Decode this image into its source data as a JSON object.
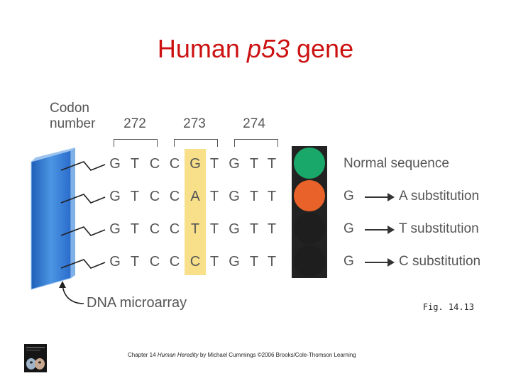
{
  "title": {
    "prefix": "Human ",
    "gene": "p53",
    "suffix": " gene"
  },
  "codon_label": {
    "line1": "Codon",
    "line2": "number"
  },
  "codons": [
    "272",
    "273",
    "274"
  ],
  "sequences": [
    {
      "bases": [
        "G",
        "T",
        "C",
        "C",
        "G",
        "T",
        "G",
        "T",
        "T"
      ],
      "light_color": "#1aa86a",
      "label": "Normal sequence",
      "has_arrow": false
    },
    {
      "bases": [
        "G",
        "T",
        "C",
        "C",
        "A",
        "T",
        "G",
        "T",
        "T"
      ],
      "light_color": "#e8622a",
      "from": "G",
      "to": "A substitution",
      "has_arrow": true
    },
    {
      "bases": [
        "G",
        "T",
        "C",
        "C",
        "T",
        "T",
        "G",
        "T",
        "T"
      ],
      "light_color": "#1e1e1e",
      "from": "G",
      "to": "T substitution",
      "has_arrow": true
    },
    {
      "bases": [
        "G",
        "T",
        "C",
        "C",
        "C",
        "T",
        "G",
        "T",
        "T"
      ],
      "light_color": "#1e1e1e",
      "from": "G",
      "to": "C substitution",
      "has_arrow": true
    }
  ],
  "microarray_label": "DNA microarray",
  "fig_label": "Fig. 14.13",
  "footer": {
    "prefix": "Chapter 14 ",
    "book": "Human Heredity",
    "suffix": " by Michael Cummings ©2006 Brooks/Cole-Thomson Learning"
  },
  "colors": {
    "title": "#cc1111",
    "highlight": "#f8e08a",
    "slide": "#2f78d0"
  }
}
